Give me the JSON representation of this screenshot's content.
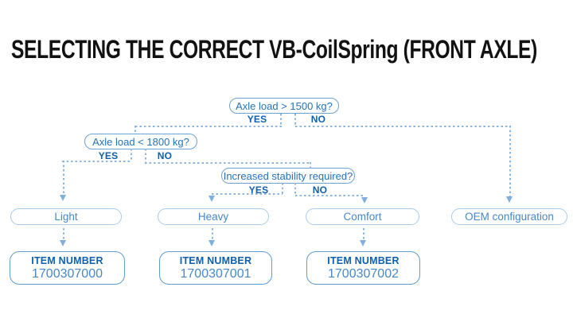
{
  "title": "SELECTING THE CORRECT VB-CoilSpring (FRONT AXLE)",
  "colors": {
    "title_text": "#121212",
    "dark_blue_labels": "#0e5fae",
    "decision_text": "#2473ba",
    "result_text": "#4788c8",
    "decision_border": "#6ba3d4",
    "result_border": "#a9cbe9",
    "connector_dash": "#8cb6de",
    "background": "#ffffff"
  },
  "flowchart": {
    "decisions": [
      {
        "label": "Axle load > 1500 kg?",
        "yes_label": "YES",
        "no_label": "NO"
      },
      {
        "label": "Axle load < 1800 kg?",
        "yes_label": "YES",
        "no_label": "NO"
      },
      {
        "label": "Increased stability required?",
        "yes_label": "YES",
        "no_label": "NO"
      }
    ],
    "results": [
      {
        "label": "Light",
        "item_label": "ITEM NUMBER",
        "item_number": "1700307000"
      },
      {
        "label": "Heavy",
        "item_label": "ITEM NUMBER",
        "item_number": "1700307001"
      },
      {
        "label": "Comfort",
        "item_label": "ITEM NUMBER",
        "item_number": "1700307002"
      },
      {
        "label": "OEM configuration"
      }
    ]
  }
}
